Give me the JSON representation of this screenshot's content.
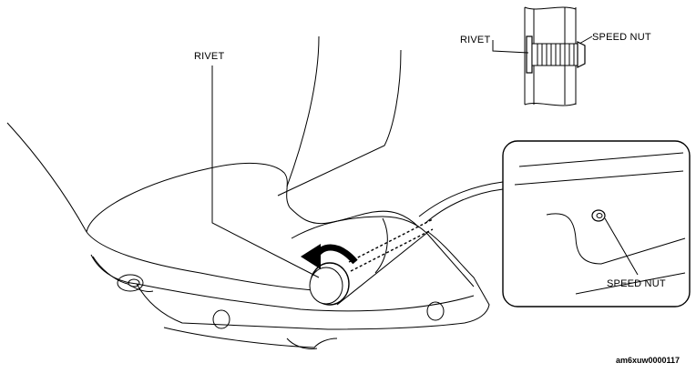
{
  "labels": {
    "rivet_main": "RIVET",
    "rivet_detail": "RIVET",
    "speed_nut_detail": "SPEED NUT",
    "speed_nut_inset": "SPEED NUT"
  },
  "figure_code": "am6xuw0000117"
}
